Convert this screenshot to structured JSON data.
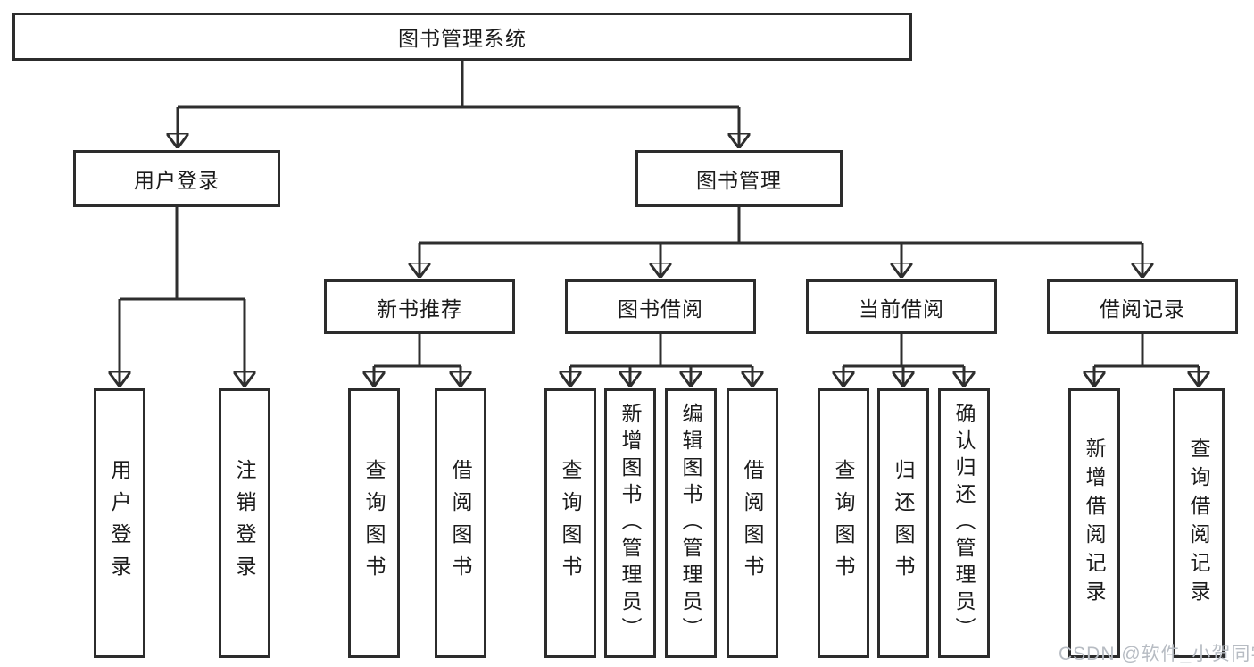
{
  "diagram": {
    "root": "图书管理系统",
    "level2": {
      "user_login": "用户登录",
      "book_mgmt": "图书管理"
    },
    "level3": {
      "new_book_rec": "新书推荐",
      "book_borrow": "图书借阅",
      "current_borrow": "当前借阅",
      "borrow_records": "借阅记录"
    },
    "leaves": {
      "user_login": "用户登录",
      "logout": "注销登录",
      "nb_query_book": "查询图书",
      "nb_borrow_book": "借阅图书",
      "bb_query_book": "查询图书",
      "bb_add_book": "新增图书（管理员）",
      "bb_edit_book": "编辑图书（管理员）",
      "bb_borrow_book": "借阅图书",
      "cb_query_book": "查询图书",
      "cb_return_book": "归还图书",
      "cb_confirm_return": "确认归还（管理员）",
      "br_add_record": "新增借阅记录",
      "br_query_record": "查询借阅记录"
    },
    "watermark": "CSDN @软件_小贺同学",
    "colors": {
      "line": "#2e2e2e",
      "box_border": "#2c2c2c",
      "text": "#1b1b1b",
      "watermark": "#b7bcc3",
      "background": "#ffffff"
    }
  }
}
